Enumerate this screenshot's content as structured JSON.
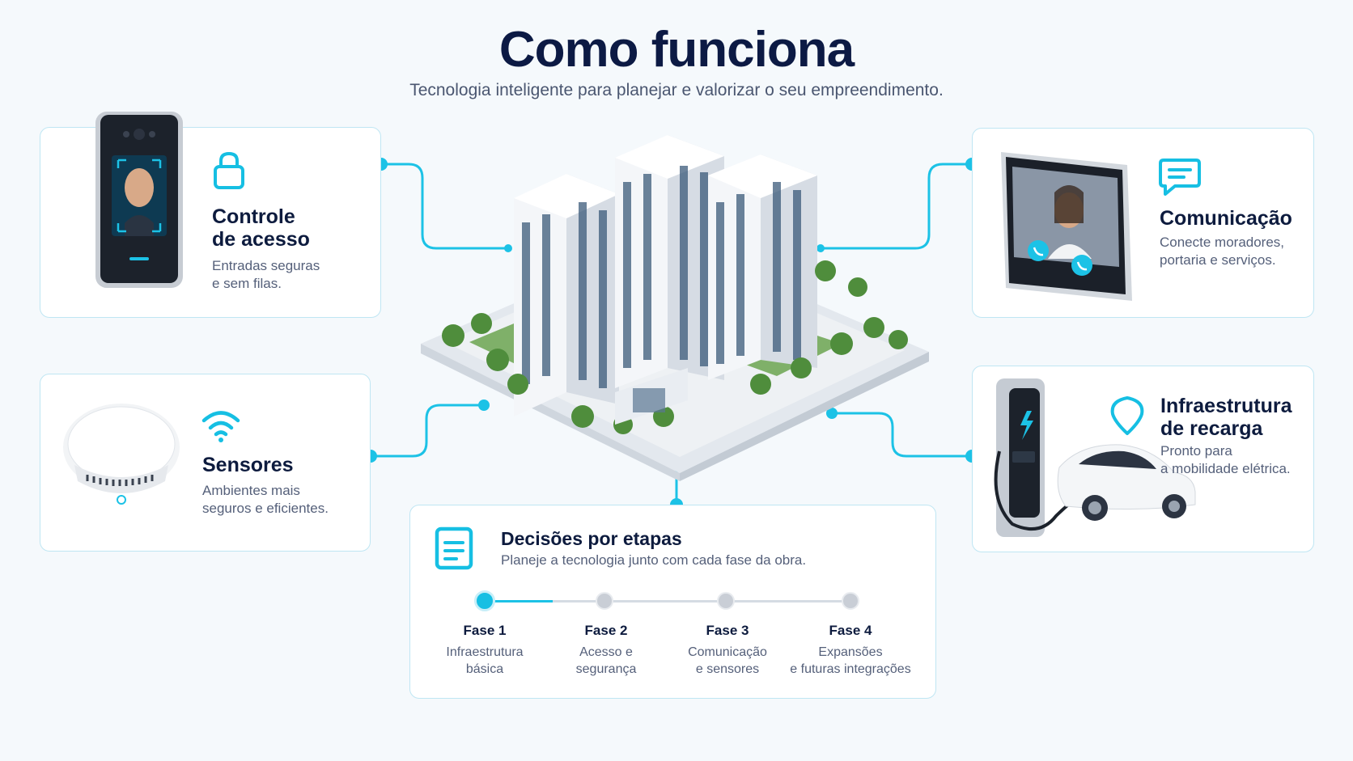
{
  "header": {
    "title": "Como funciona",
    "subtitle": "Tecnologia inteligente para planejar e valorizar o seu empreendimento."
  },
  "cards": {
    "access": {
      "title_line1": "Controle",
      "title_line2": "de acesso",
      "desc_line1": "Entradas seguras",
      "desc_line2": "e sem filas.",
      "icon": "lock-icon"
    },
    "sensors": {
      "title": "Sensores",
      "desc_line1": "Ambientes mais",
      "desc_line2": "seguros e eficientes.",
      "icon": "wifi-icon"
    },
    "communication": {
      "title": "Comunicação",
      "desc_line1": "Conecte moradores,",
      "desc_line2": "portaria e serviços.",
      "icon": "chat-icon"
    },
    "charging": {
      "title_line1": "Infraestrutura",
      "title_line2": "de recarga",
      "desc_line1": "Pronto para",
      "desc_line2": "a mobilidade elétrica.",
      "icon": "location-pin-icon"
    }
  },
  "steps": {
    "title": "Decisões por etapas",
    "desc": "Planeje a tecnologia junto com cada fase da obra.",
    "icon": "document-icon",
    "phases": [
      {
        "label": "Fase 1",
        "desc_line1": "Infraestrutura",
        "desc_line2": "básica"
      },
      {
        "label": "Fase 2",
        "desc_line1": "Acesso e",
        "desc_line2": "segurança"
      },
      {
        "label": "Fase 3",
        "desc_line1": "Comunicação",
        "desc_line2": "e sensores"
      },
      {
        "label": "Fase 4",
        "desc_line1": "Expansões",
        "desc_line2": "e futuras integrações"
      }
    ],
    "active_phase": 1
  },
  "colors": {
    "accent": "#16bfe3",
    "navy": "#0c1a44",
    "card_border": "#bfe6f3"
  }
}
